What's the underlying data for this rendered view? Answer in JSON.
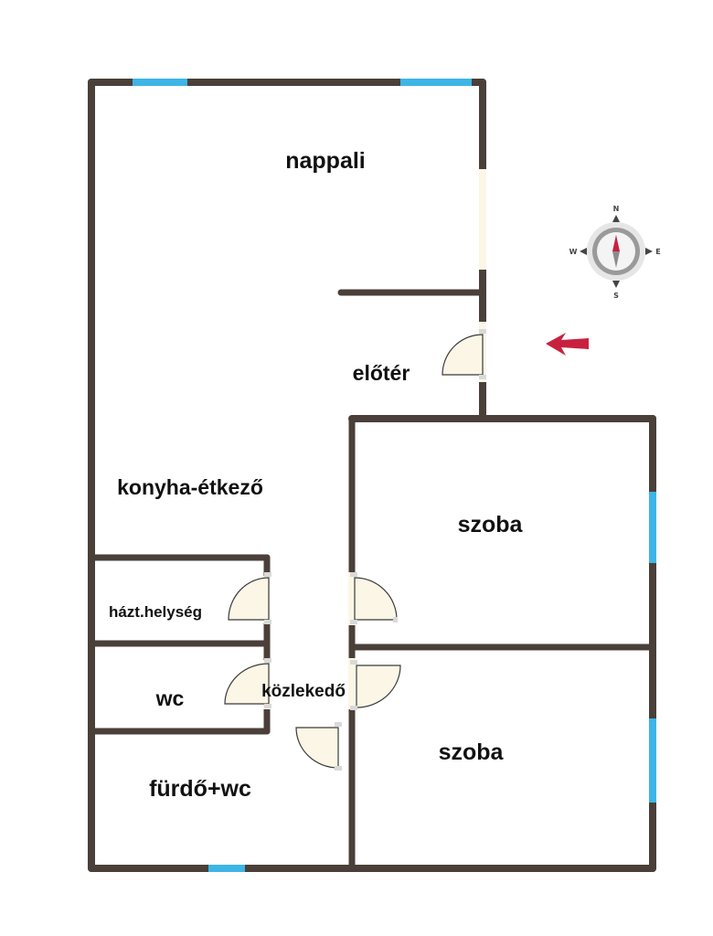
{
  "floorplan": {
    "rooms": [
      {
        "id": "nappali",
        "label": "nappali"
      },
      {
        "id": "eloter",
        "label": "előtér"
      },
      {
        "id": "konyha",
        "label": "konyha-étkező"
      },
      {
        "id": "szoba1",
        "label": "szoba"
      },
      {
        "id": "haztart",
        "label": "házt.helység"
      },
      {
        "id": "wc",
        "label": "wc"
      },
      {
        "id": "kozlekedo",
        "label": "közlekedő"
      },
      {
        "id": "szoba2",
        "label": "szoba"
      },
      {
        "id": "furdo",
        "label": "fürdő+wc"
      }
    ],
    "compass": {
      "n": "N",
      "e": "E",
      "s": "S",
      "w": "W"
    },
    "colors": {
      "wall": "#4a3f39",
      "window": "#3db5e6",
      "door": "#fbf6e6",
      "entrance_arrow": "#c8213f",
      "compass_needle_north": "#c8213f"
    }
  }
}
